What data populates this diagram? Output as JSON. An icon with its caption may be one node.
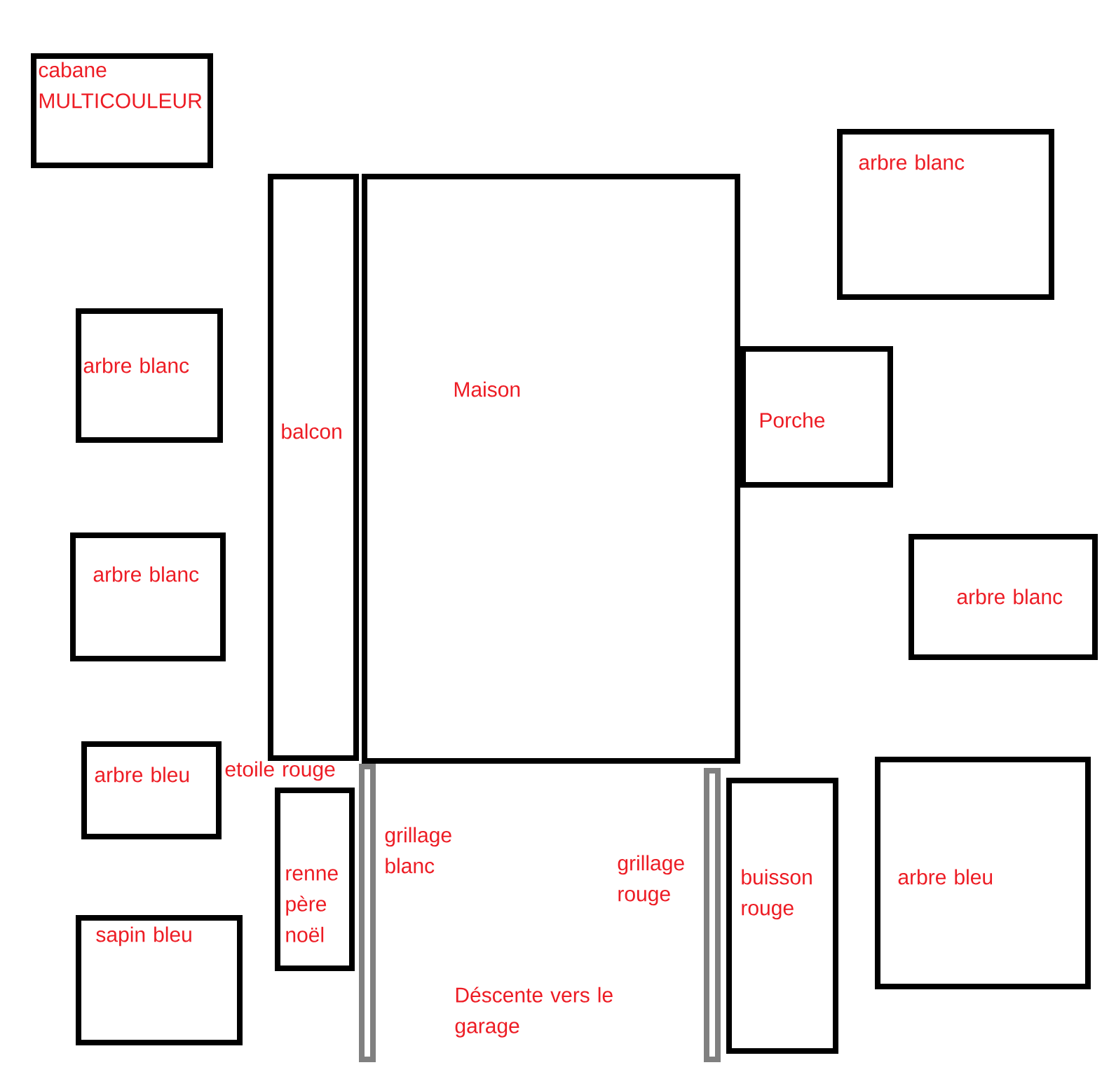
{
  "diagram": {
    "nodes": [
      {
        "text": [
          "cabane MULTICOULEUR"
        ]
      },
      {
        "text": [
          "arbre blanc"
        ]
      },
      {
        "text": [
          "balcon"
        ]
      },
      {
        "text": [
          "Maison"
        ]
      },
      {
        "text": [
          "arbre blanc"
        ]
      },
      {
        "text": [
          "Porche"
        ]
      },
      {
        "text": [
          "arbre blanc"
        ]
      },
      {
        "text": [
          "arbre blanc"
        ]
      },
      {
        "text": [
          "arbre bleu"
        ]
      },
      {
        "text": [
          "renne père noël"
        ]
      },
      {
        "text": [],
        "shape": "bar",
        "beside": [
          "grillage blanc"
        ]
      },
      {
        "text": [],
        "shape": "bar",
        "beside": [
          "grillage rouge"
        ]
      },
      {
        "text": [
          "buisson rouge"
        ]
      },
      {
        "text": [
          "arbre bleu"
        ]
      },
      {
        "text": [
          "sapin bleu"
        ]
      }
    ],
    "labels": [
      "etoile rouge",
      "Déscente vers le garage"
    ]
  }
}
